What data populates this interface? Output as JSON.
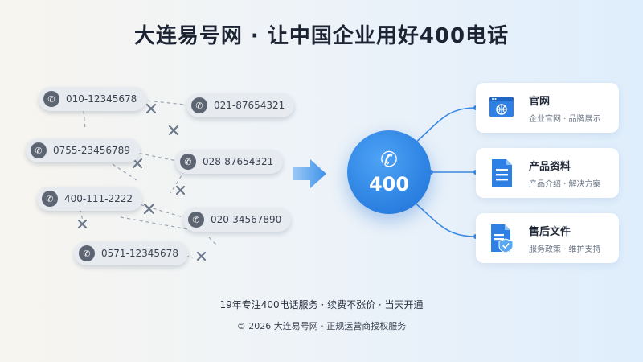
{
  "title": "大连易号网 · 让中国企业用好400电话",
  "numbers": [
    "010-12345678",
    "021-87654321",
    "0755-23456789",
    "028-87654321",
    "400-111-2222",
    "020-34567890",
    "0571-12345678"
  ],
  "hub": {
    "icon": "phone-icon",
    "label": "400"
  },
  "cards": [
    {
      "icon": "browser-globe-icon",
      "title": "官网",
      "subtitle": "企业官网 · 品牌展示"
    },
    {
      "icon": "document-icon",
      "title": "产品资料",
      "subtitle": "产品介绍 · 解决方案"
    },
    {
      "icon": "shield-document-icon",
      "title": "售后文件",
      "subtitle": "服务政策 · 维护支持"
    }
  ],
  "footer": {
    "slogan": "19年专注400电话服务 · 续费不涨价 · 当天开通",
    "copyright": "© 2026 大连易号网 · 正规运营商授权服务"
  },
  "colors": {
    "accent": "#2a7fe0",
    "pill_bg": "#e7eaef",
    "card_bg": "#ffffff"
  }
}
